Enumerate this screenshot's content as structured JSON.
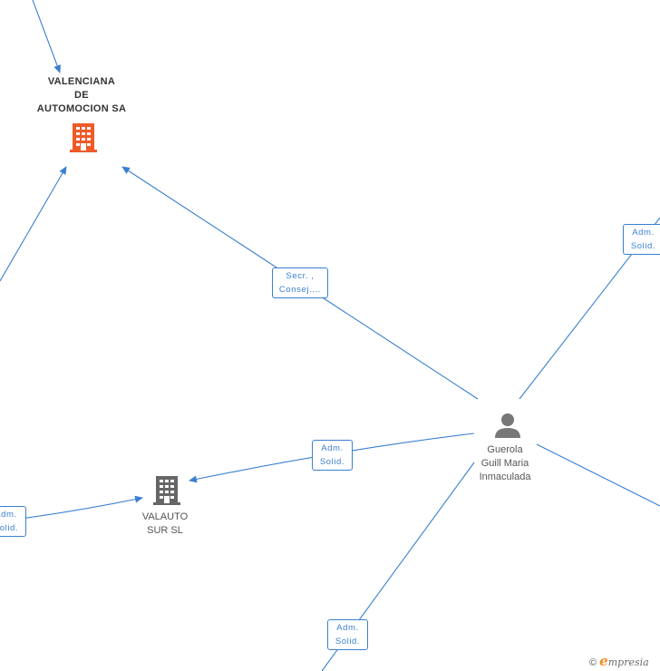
{
  "nodes": {
    "company_main": {
      "label_lines": [
        "VALENCIANA",
        "DE",
        "AUTOMOCION SA"
      ],
      "icon": "building-icon",
      "color": "#f05a28"
    },
    "company_valauto": {
      "label_lines": [
        "VALAUTO",
        "SUR SL"
      ],
      "icon": "building-icon",
      "color": "#666666"
    },
    "person": {
      "label_lines": [
        "Guerola",
        "Guill Maria",
        "Inmaculada"
      ],
      "icon": "person-icon",
      "color": "#777777"
    }
  },
  "roles": {
    "secr": [
      "Secr. ,",
      "Consej...."
    ],
    "adm_top_right": [
      "Adm.",
      "Solid."
    ],
    "adm_center": [
      "Adm.",
      "Solid."
    ],
    "adm_left": [
      "Adm.",
      "Solid."
    ],
    "adm_bottom": [
      "Adm.",
      "Solid."
    ]
  },
  "footer": {
    "copyright": "©",
    "brand_initial": "e",
    "brand_rest": "mpresia"
  },
  "colors": {
    "edge": "#3b7fd1",
    "accent": "#f05a28"
  }
}
